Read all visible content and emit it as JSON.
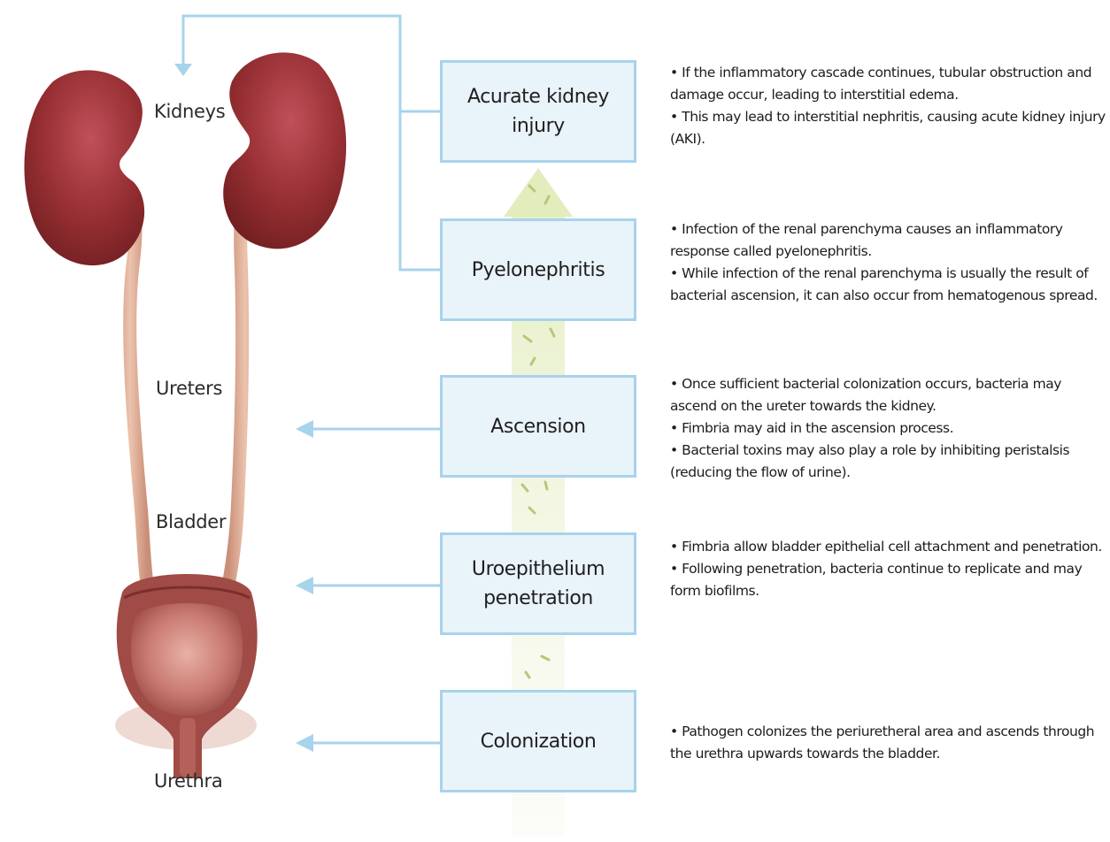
{
  "colors": {
    "box_fill": "#e9f3fa",
    "box_border": "#a8d3ec",
    "connector": "#a8d3ec",
    "ascend_arrow": "#eef3d6",
    "kidney": "#8e2a2a",
    "ureter": "#d9a58c",
    "bladder": "#a8514a"
  },
  "icons": [
    "kidney-illustration",
    "ureter-illustration",
    "bladder-illustration",
    "bacteria-icon",
    "arrow-left-icon",
    "arrow-up-icon"
  ],
  "anatomy_labels": {
    "kidneys": "Kidneys",
    "ureters": "Ureters",
    "bladder": "Bladder",
    "urethra": "Urethra"
  },
  "stages": [
    {
      "name": "Acurate kidney injury",
      "bullets": [
        "If the inflammatory cascade continues, tubular obstruction and damage occur, leading to interstitial edema.",
        "This may lead to interstitial nephritis, causing acute kidney injury (AKI)."
      ]
    },
    {
      "name": "Pyelonephritis",
      "bullets": [
        "Infection of the renal parenchyma causes an inflammatory response called pyelonephritis.",
        "While infection of the renal parenchyma is usually the result of bacterial ascension, it can also occur from hematogenous spread."
      ]
    },
    {
      "name": "Ascension",
      "bullets": [
        "Once sufficient bacterial colonization occurs, bacteria may ascend on the ureter towards the kidney.",
        "Fimbria may aid in the ascension process.",
        "Bacterial toxins may also play a role by inhibiting peristalsis (reducing the flow of urine)."
      ]
    },
    {
      "name": "Uroepithelium penetration",
      "bullets": [
        "Fimbria allow bladder epithelial cell attachment and penetration.",
        "Following penetration, bacteria continue to replicate and may form biofilms."
      ]
    },
    {
      "name": "Colonization",
      "bullets": [
        "Pathogen colonizes the periuretheral area and ascends through the urethra upwards towards the bladder."
      ]
    }
  ]
}
